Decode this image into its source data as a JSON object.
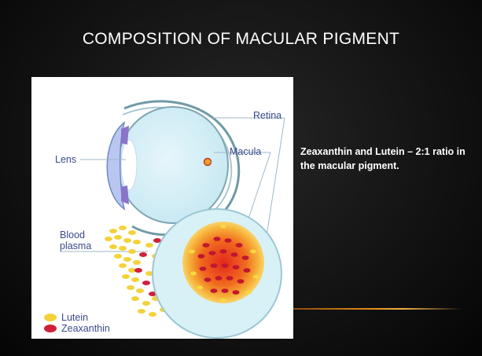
{
  "slide": {
    "title": "COMPOSITION OF MACULAR PIGMENT",
    "caption": "Zeaxanthin and Lutein – 2:1 ratio in the macular pigment."
  },
  "figure": {
    "labels": {
      "retina": "Retina",
      "lens": "Lens",
      "macula": "Macula",
      "blood_plasma_line1": "Blood",
      "blood_plasma_line2": "plasma"
    },
    "legend": {
      "lutein": "Lutein",
      "zeaxanthin": "Zeaxanthin"
    }
  },
  "colors": {
    "background": "#121212",
    "title_text": "#ffffff",
    "label_text": "#3a4a8c",
    "lutein": "#f3d23a",
    "zeaxanthin": "#d11f3a",
    "accent": "#e58a1a"
  }
}
